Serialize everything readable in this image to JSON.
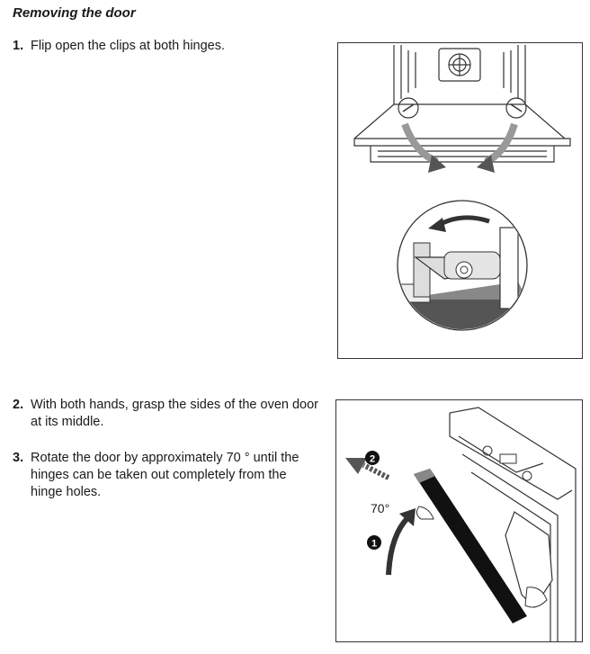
{
  "section_title": "Removing the door",
  "steps": [
    {
      "number": "1.",
      "text": "Flip open the clips at both hinges."
    },
    {
      "number": "2.",
      "text": "With both hands, grasp the sides of the oven door at its middle."
    },
    {
      "number": "3.",
      "text": "Rotate the door by approximately 70 ° until the hinges can be taken out completely from the hinge holes."
    }
  ],
  "figure2": {
    "angle_label": "70°",
    "callout_1": "1",
    "callout_2": "2"
  }
}
